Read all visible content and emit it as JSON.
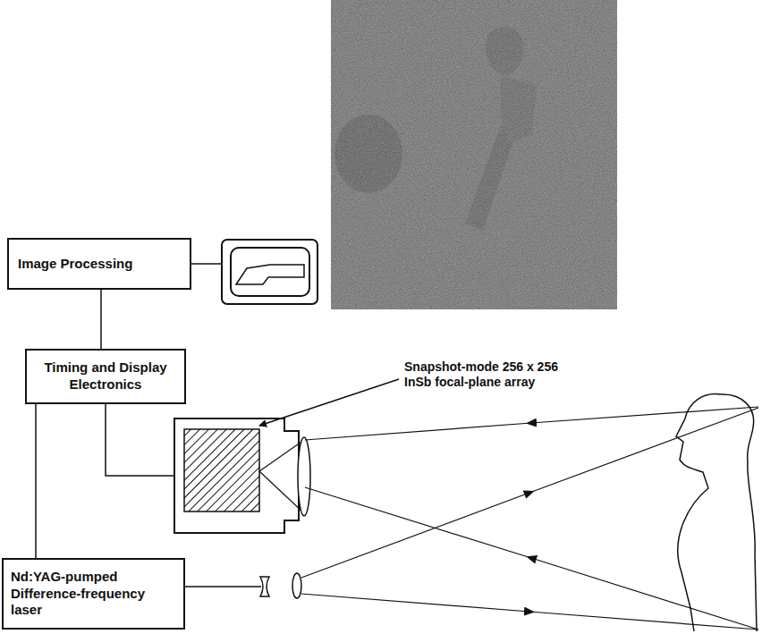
{
  "diagram": {
    "nodes": [
      {
        "text": [
          "Image Processing"
        ]
      },
      {
        "text": [
          "Timing and Display Electronics"
        ]
      },
      {
        "text": [
          "Nd:YAG-pumped Difference-frequency laser"
        ]
      }
    ],
    "edges": [
      {
        "from": 0,
        "to": 1,
        "arrow": "none"
      },
      {
        "from": 1,
        "to": 2,
        "arrow": "none"
      }
    ],
    "labels": [
      "Snapshot-mode 256 x 256 InSb focal-plane array"
    ]
  }
}
